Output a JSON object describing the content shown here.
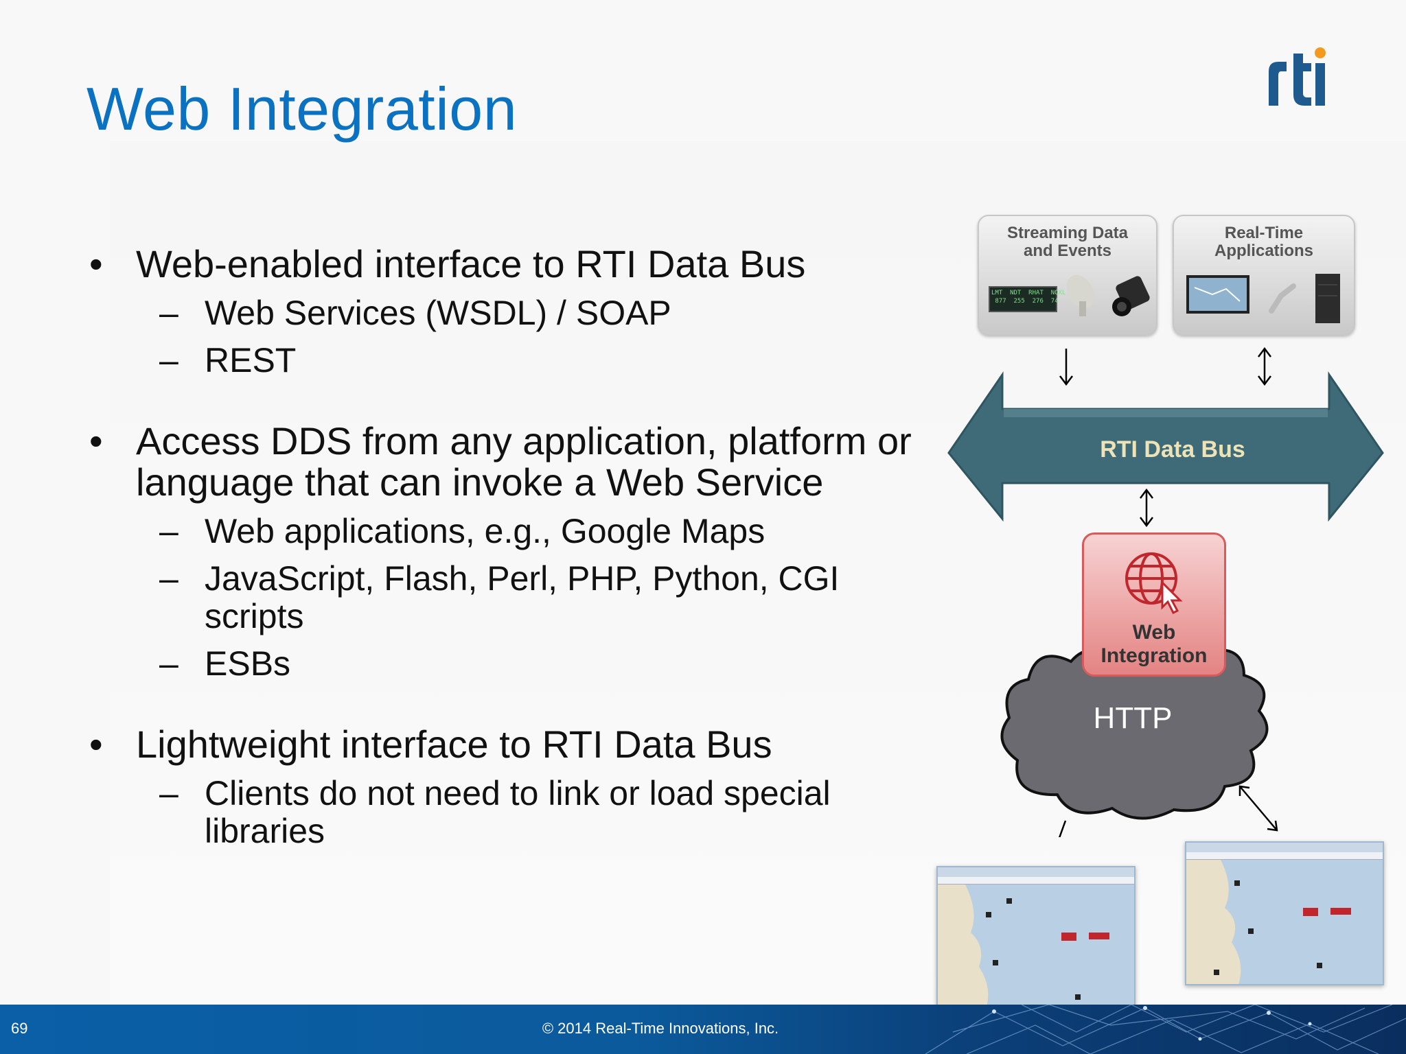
{
  "slide": {
    "title": "Web Integration",
    "page_number": "69",
    "copyright": "© 2014 Real-Time Innovations, Inc.",
    "logo_text": "rti"
  },
  "bullets": [
    {
      "text": "Web-enabled interface to RTI Data Bus",
      "sub": [
        "Web Services (WSDL) / SOAP",
        "REST"
      ]
    },
    {
      "text": "Access DDS from any application, platform or language that can invoke a Web Service",
      "sub": [
        "Web applications, e.g., Google Maps",
        "JavaScript, Flash, Perl, PHP, Python, CGI scripts",
        "ESBs"
      ]
    },
    {
      "text": "Lightweight interface to RTI Data Bus",
      "sub": [
        "Clients do not need to link or load special libraries"
      ]
    }
  ],
  "diagram": {
    "streaming_box": "Streaming Data\nand Events",
    "realtime_box": "Real-Time\nApplications",
    "data_bus": "RTI Data Bus",
    "web_integration": "Web\nIntegration",
    "cloud": "HTTP",
    "ticker": "LMT  NDT  RHAT  NOXL\n 877  255  276  74"
  },
  "colors": {
    "title": "#0b71c1",
    "bus": "#3f6b78",
    "web_box": "#e48383",
    "cloud": "#6a6a70",
    "footer": "#0b5a9c"
  }
}
